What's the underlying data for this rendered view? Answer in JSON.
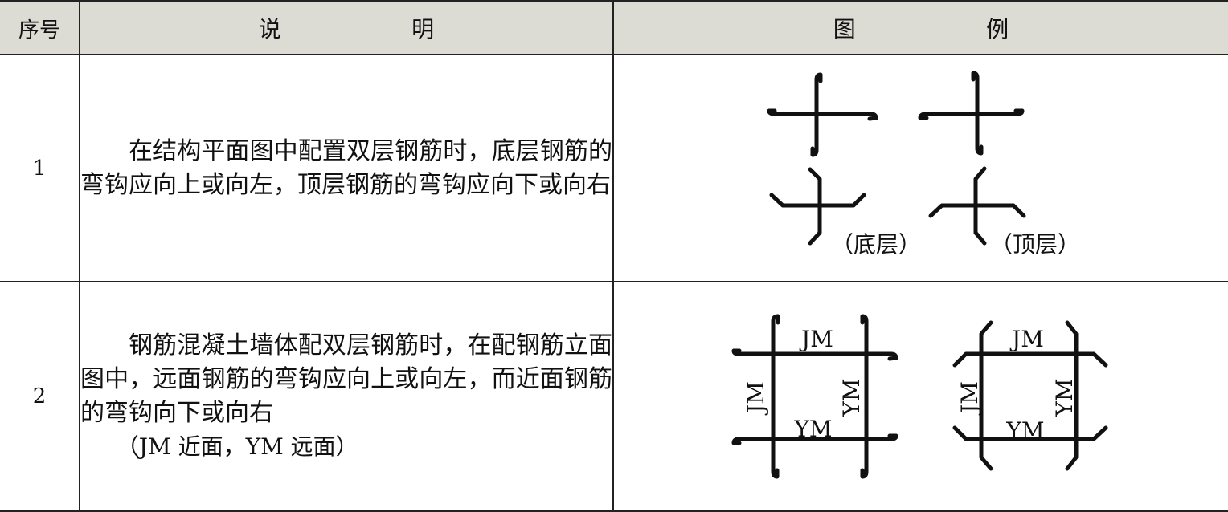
{
  "table": {
    "headers": [
      "序号",
      "说　明",
      "图　例"
    ],
    "rows": [
      {
        "no": "1",
        "description": "在结构平面图中配置双层钢筋时，底层钢筋的弯钩应向上或向左，顶层钢筋的弯钩应向下或向右",
        "note": "",
        "figure": {
          "left_label": "（底层）",
          "right_label": "（顶层）"
        }
      },
      {
        "no": "2",
        "description": "钢筋混凝土墙体配双层钢筋时，在配钢筋立面图中，远面钢筋的弯钩应向上或向左，而近面钢筋的弯钩向下或向右",
        "note": "（JM 近面，YM 远面）",
        "figure": {
          "label_top": "JM",
          "label_left": "JM",
          "label_right": "YM",
          "label_bottom": "YM"
        }
      }
    ]
  }
}
